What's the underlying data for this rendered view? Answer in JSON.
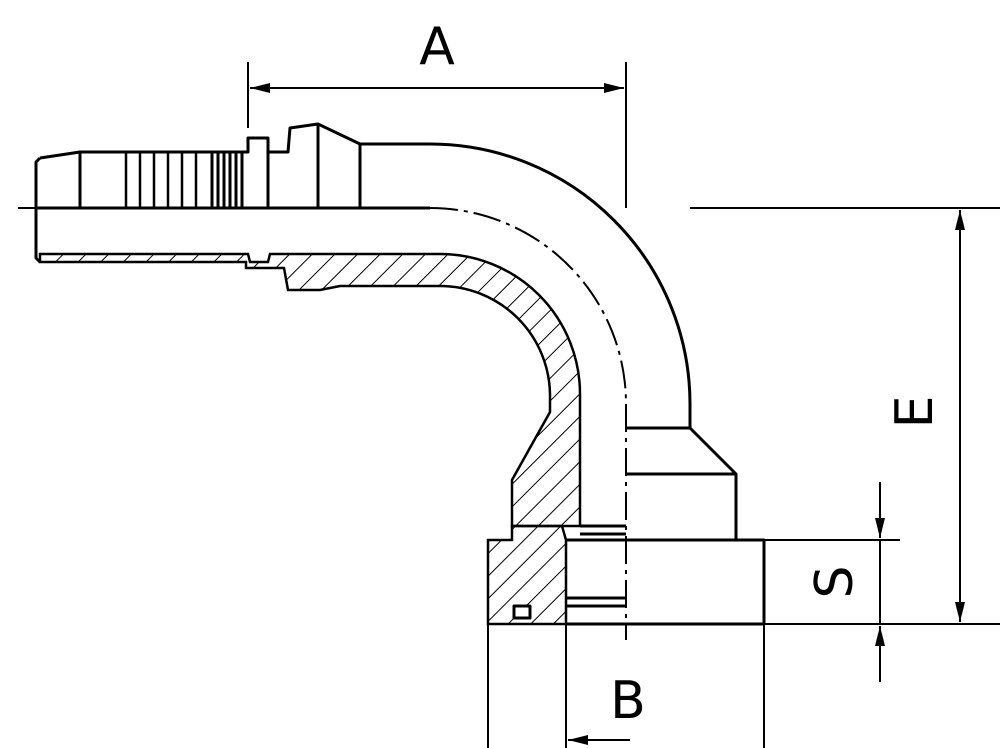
{
  "diagram": {
    "labels": {
      "a": "A",
      "b": "B",
      "e": "E",
      "s": "S"
    },
    "colors": {
      "ink": "#000000",
      "paper": "#ffffff",
      "hatch": "#000000"
    }
  }
}
